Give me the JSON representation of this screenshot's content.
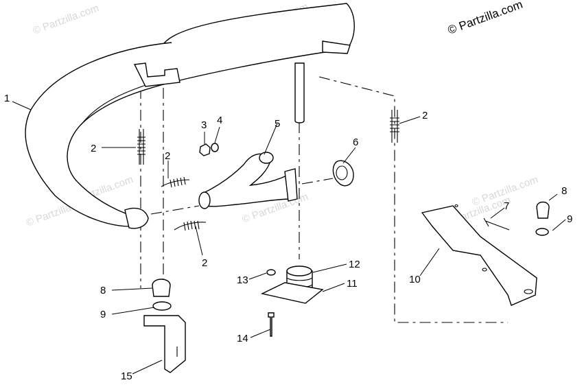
{
  "copyright": "© Partzilla.com",
  "watermark": "© Partzilla.com",
  "callouts": {
    "c1": "1",
    "c2a": "2",
    "c2b": "2",
    "c2c": "2",
    "c2d": "2",
    "c3": "3",
    "c4": "4",
    "c5": "5",
    "c6": "6",
    "c7": "7",
    "c8a": "8",
    "c8b": "8",
    "c9a": "9",
    "c9b": "9",
    "c10": "10",
    "c11": "11",
    "c12": "12",
    "c13": "13",
    "c14": "14",
    "c15": "15"
  }
}
